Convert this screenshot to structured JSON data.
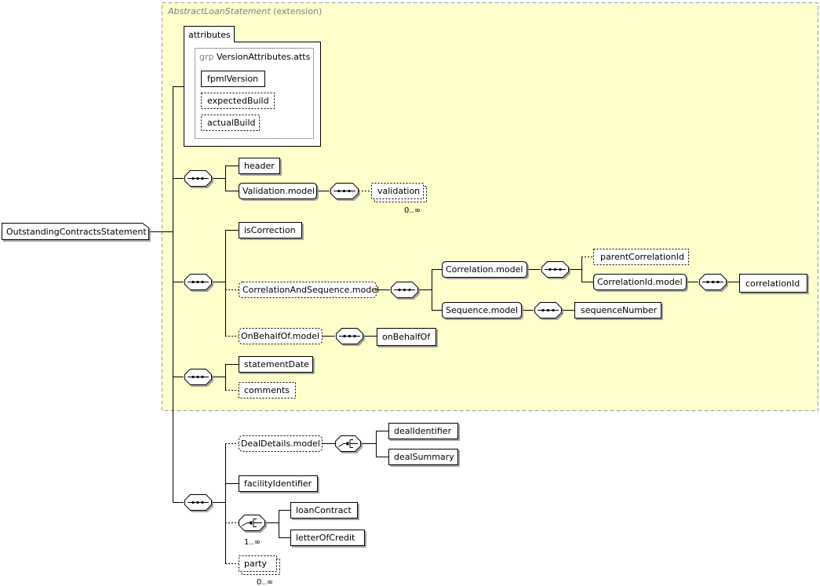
{
  "extension": {
    "base_name": "AbstractLoanStatement",
    "suffix": " (extension)"
  },
  "attributes": {
    "tab_label": "attributes",
    "group_prefix": "grp",
    "group_name": "VersionAttributes.atts",
    "items": [
      "fpmlVersion",
      "expectedBuild",
      "actualBuild"
    ]
  },
  "root": "OutstandingContractsStatement",
  "elements": {
    "header": "header",
    "validation_model": "Validation.model",
    "validation": "validation",
    "is_correction": "isCorrection",
    "correlation_and_sequence_model": "CorrelationAndSequence.model",
    "correlation_model": "Correlation.model",
    "parent_correlation_id": "parentCorrelationId",
    "correlation_id_model": "CorrelationId.model",
    "correlation_id": "correlationId",
    "sequence_model": "Sequence.model",
    "sequence_number": "sequenceNumber",
    "on_behalf_of_model": "OnBehalfOf.model",
    "on_behalf_of": "onBehalfOf",
    "statement_date": "statementDate",
    "comments": "comments",
    "deal_details_model": "DealDetails.model",
    "deal_identifier": "dealIdentifier",
    "deal_summary": "dealSummary",
    "facility_identifier": "facilityIdentifier",
    "loan_contract": "loanContract",
    "letter_of_credit": "letterOfCredit",
    "party": "party"
  },
  "cardinality": {
    "validation": "0..∞",
    "choice": "1..∞",
    "party": "0..∞"
  },
  "colors": {
    "extension_fill": "#ffffcc",
    "extension_border": "#9c9c9c",
    "line": "#000000",
    "grey_text": "#808080"
  }
}
